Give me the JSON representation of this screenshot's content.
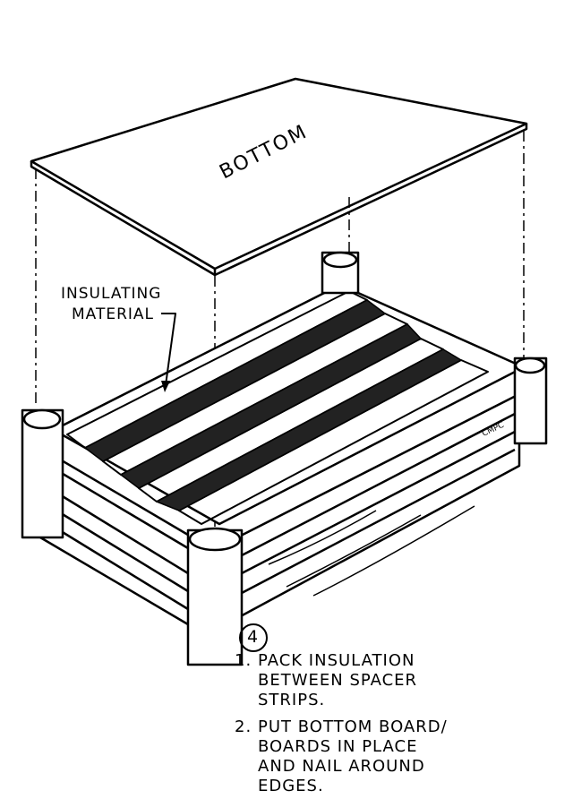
{
  "board_label": "BOTTOM",
  "callout": {
    "line1": "INSULATING",
    "line2": "MATERIAL"
  },
  "step_number": "4",
  "instructions": [
    {
      "num": "1.",
      "lines": [
        "PACK INSULATION",
        "BETWEEN SPACER",
        "STRIPS."
      ]
    },
    {
      "num": "2.",
      "lines": [
        "PUT BOTTOM BOARD/",
        "BOARDS IN PLACE",
        "AND NAIL AROUND",
        "EDGES."
      ]
    }
  ],
  "signature": "CMPC"
}
